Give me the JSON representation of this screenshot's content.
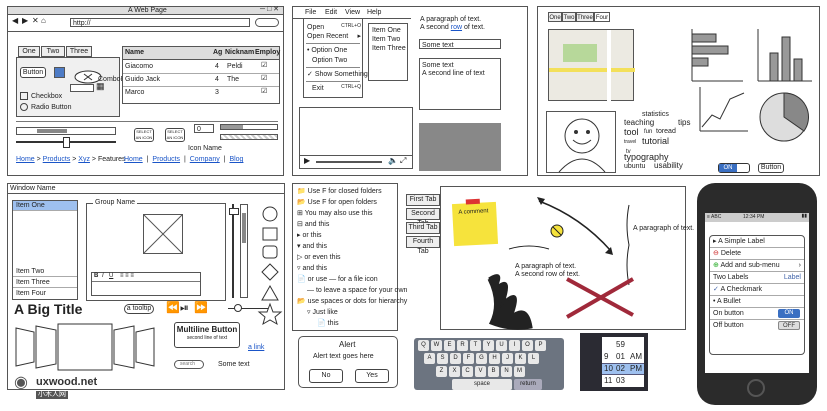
{
  "browser": {
    "title": "A Web Page",
    "url": "http://",
    "tabs": [
      "One",
      "Two",
      "Three"
    ],
    "button_label": "Button",
    "combo_label": "ComboBox",
    "checkbox_label": "Checkbox",
    "radio_label": "Radio Button",
    "table_headers": [
      "Name",
      "Ag",
      "Nicknam",
      "Employ"
    ],
    "table_rows": [
      [
        "Giacomo",
        "4",
        "Peldi",
        "☑"
      ],
      [
        "Guido Jack",
        "4",
        "The",
        "☑"
      ],
      [
        "Marco",
        "3",
        "",
        "☑"
      ]
    ],
    "icon_button_label": "SELECT AN ICON",
    "icon_name": "Icon Name",
    "stepper_value": "0",
    "breadcrumb": [
      "Home",
      "Products",
      "Xyz",
      "Features"
    ],
    "links": [
      "Home",
      "Products",
      "Company",
      "Blog"
    ]
  },
  "menu_panel": {
    "menubar": [
      "File",
      "Edit",
      "View",
      "Help"
    ],
    "menu_items": [
      {
        "label": "Open",
        "shortcut": "CTRL+O"
      },
      {
        "label": "Open Recent",
        "shortcut": "▸"
      },
      {
        "label": "Option One",
        "shortcut": ""
      },
      {
        "label": "Option Two",
        "shortcut": ""
      },
      {
        "label": "Show Something",
        "shortcut": ""
      },
      {
        "label": "Exit",
        "shortcut": "CTRL+Q"
      }
    ],
    "list_items": [
      "Item One",
      "Item Two",
      "Item Three"
    ],
    "para_line1": "A paragraph of text.",
    "para_line2_pre": "A second ",
    "para_line2_link": "row",
    "para_line2_post": " of text.",
    "some_text": "Some text",
    "textarea_line1": "Some text",
    "textarea_line2": "A second line of text"
  },
  "chart_panel": {
    "tabs": [
      "One",
      "Two",
      "Three",
      "Four"
    ],
    "tag_words": [
      "statistics",
      "teaching",
      "tips",
      "tool",
      "fun",
      "toread",
      "travel",
      "tutorial",
      "tv",
      "typography",
      "ubuntu",
      "usability"
    ],
    "toggle_label": "ON",
    "button_label": "Button"
  },
  "window_panel": {
    "title": "Window Name",
    "tree_items": [
      "Item One",
      "Item Two",
      "Item Three",
      "Item Four"
    ],
    "group_name": "Group Name",
    "big_title": "A Big Title",
    "tooltip": "a tooltip",
    "multiline_button_title": "Multiline Button",
    "multiline_button_sub": "second line of text",
    "link_label": "a link",
    "search_placeholder": "search",
    "some_text": "Some text"
  },
  "tree_panel": {
    "items": [
      "Use F for closed folders",
      "Use F for open folders",
      "You may also use this",
      "and this",
      "or this",
      "and this",
      "or even this",
      "and this",
      "or use — for a file icon",
      "— to leave a space for your own",
      "use spaces or dots for hierarchy",
      "Just like",
      "this"
    ]
  },
  "alert": {
    "title": "Alert",
    "text": "Alert text goes here",
    "no_label": "No",
    "yes_label": "Yes"
  },
  "vtabs": {
    "tabs": [
      "First Tab",
      "Second Tab",
      "Third Tab",
      "Fourth Tab"
    ],
    "comment": "A comment",
    "para_right": "A paragraph of text.",
    "para_line1": "A paragraph of text.",
    "para_line2": "A second row of text."
  },
  "keyboard": {
    "row1": [
      "Q",
      "W",
      "E",
      "R",
      "T",
      "Y",
      "U",
      "I",
      "O",
      "P"
    ],
    "row2": [
      "A",
      "S",
      "D",
      "F",
      "G",
      "H",
      "J",
      "K",
      "L"
    ],
    "row3": [
      "Z",
      "X",
      "C",
      "V",
      "B",
      "N",
      "M"
    ],
    "space_label": "space",
    "return_label": "return"
  },
  "picker": {
    "rows": [
      [
        "",
        "59",
        ""
      ],
      [
        "9",
        "01",
        "AM"
      ],
      [
        "10",
        "02",
        "PM"
      ],
      [
        "11",
        "03",
        ""
      ]
    ]
  },
  "phone": {
    "status_carrier": "≡ ABC",
    "status_time": "12:34 PM",
    "title": "A Simple Label",
    "items": [
      {
        "label": "Delete",
        "accessory": ""
      },
      {
        "label": "Add and sub-menu",
        "accessory": "›"
      },
      {
        "label": "Two Labels",
        "accessory": "Label"
      },
      {
        "label": "A Checkmark",
        "accessory": ""
      },
      {
        "label": "A Bullet",
        "accessory": ""
      },
      {
        "label": "On button",
        "accessory": "ON"
      },
      {
        "label": "Off button",
        "accessory": "OFF"
      }
    ]
  },
  "watermark": {
    "site": "uxwood.net",
    "cn": "小木人网"
  }
}
